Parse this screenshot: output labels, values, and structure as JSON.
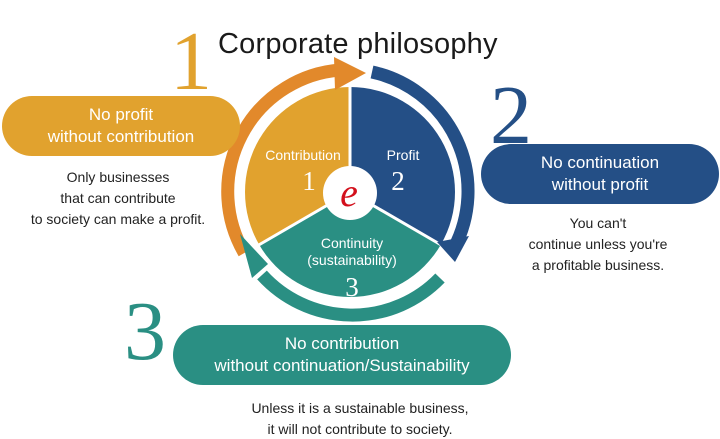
{
  "title": "Corporate philosophy",
  "colors": {
    "contribution": "#e1a22e",
    "profit": "#244f86",
    "continuity": "#2a8f83",
    "logo": "#d3101c"
  },
  "logo_letter": "e",
  "segments": {
    "contribution": {
      "label": "Contribution",
      "num": "1"
    },
    "profit": {
      "label": "Profit",
      "num": "2"
    },
    "continuity": {
      "label1": "Continuity",
      "label2": "(sustainability)",
      "num": "3"
    }
  },
  "principles": [
    {
      "num": "1",
      "pill_line1": "No profit",
      "pill_line2": "without contribution",
      "desc_line1": "Only businesses",
      "desc_line2": "that can contribute",
      "desc_line3": "to society can make a profit."
    },
    {
      "num": "2",
      "pill_line1": "No continuation",
      "pill_line2": "without profit",
      "desc_line1": "You can't",
      "desc_line2": "continue unless you're",
      "desc_line3": "a profitable business."
    },
    {
      "num": "3",
      "pill_line1": "No contribution",
      "pill_line2": "without continuation/Sustainability",
      "desc_line1": "Unless it is a sustainable business,",
      "desc_line2": "it will not contribute to society."
    }
  ]
}
